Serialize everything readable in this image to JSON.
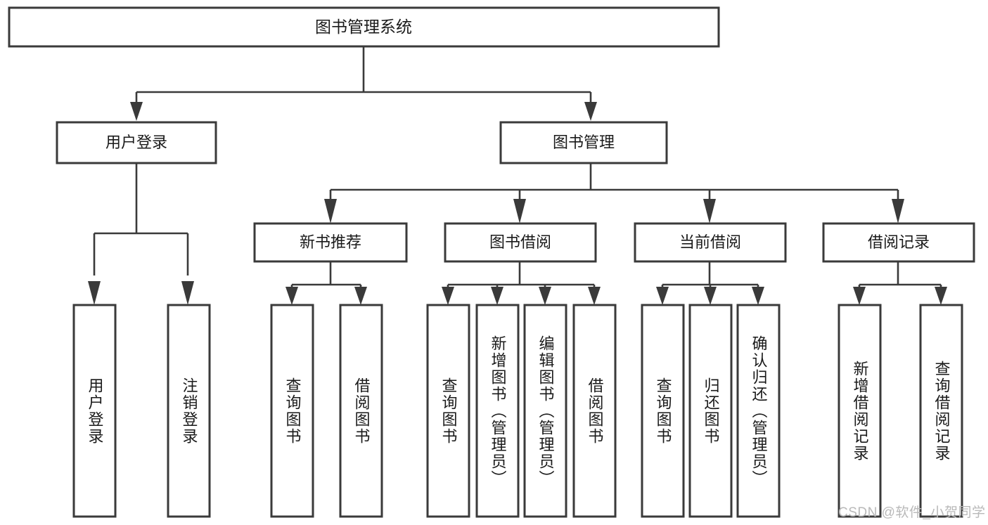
{
  "diagram": {
    "kind": "tree-hierarchy-chart",
    "title": "图书管理系统",
    "root": {
      "id": "root",
      "label": "图书管理系统"
    },
    "level1": [
      {
        "id": "user-login",
        "label": "用户登录"
      },
      {
        "id": "book-manage",
        "label": "图书管理"
      }
    ],
    "level2": [
      {
        "id": "new-book-rec",
        "label": "新书推荐",
        "parent": "book-manage"
      },
      {
        "id": "book-borrow",
        "label": "图书借阅",
        "parent": "book-manage"
      },
      {
        "id": "current-borrow",
        "label": "当前借阅",
        "parent": "book-manage"
      },
      {
        "id": "borrow-record",
        "label": "借阅记录",
        "parent": "book-manage"
      }
    ],
    "leaves": [
      {
        "id": "leaf-user-login",
        "label": "用户登录",
        "parent": "user-login"
      },
      {
        "id": "leaf-user-logout",
        "label": "注销登录",
        "parent": "user-login"
      },
      {
        "id": "leaf-query-book-1",
        "label": "查询图书",
        "parent": "new-book-rec"
      },
      {
        "id": "leaf-borrow-book-1",
        "label": "借阅图书",
        "parent": "new-book-rec"
      },
      {
        "id": "leaf-query-book-2",
        "label": "查询图书",
        "parent": "book-borrow"
      },
      {
        "id": "leaf-add-book",
        "label": "新增图书（管理员）",
        "parent": "book-borrow"
      },
      {
        "id": "leaf-edit-book",
        "label": "编辑图书（管理员）",
        "parent": "book-borrow"
      },
      {
        "id": "leaf-borrow-book-2",
        "label": "借阅图书",
        "parent": "book-borrow"
      },
      {
        "id": "leaf-query-book-3",
        "label": "查询图书",
        "parent": "current-borrow"
      },
      {
        "id": "leaf-return-book",
        "label": "归还图书",
        "parent": "current-borrow"
      },
      {
        "id": "leaf-confirm-return",
        "label": "确认归还（管理员）",
        "parent": "current-borrow"
      },
      {
        "id": "leaf-add-record",
        "label": "新增借阅记录",
        "parent": "borrow-record"
      },
      {
        "id": "leaf-query-record",
        "label": "查询借阅记录",
        "parent": "borrow-record"
      }
    ],
    "watermark": "CSDN @软件_小贺同学",
    "colors": {
      "box_stroke": "#3a3a3a",
      "box_fill": "#ffffff",
      "text": "#1a1a1a",
      "connector": "#3a3a3a",
      "watermark": "#b9b9b9",
      "background": "#ffffff"
    }
  }
}
